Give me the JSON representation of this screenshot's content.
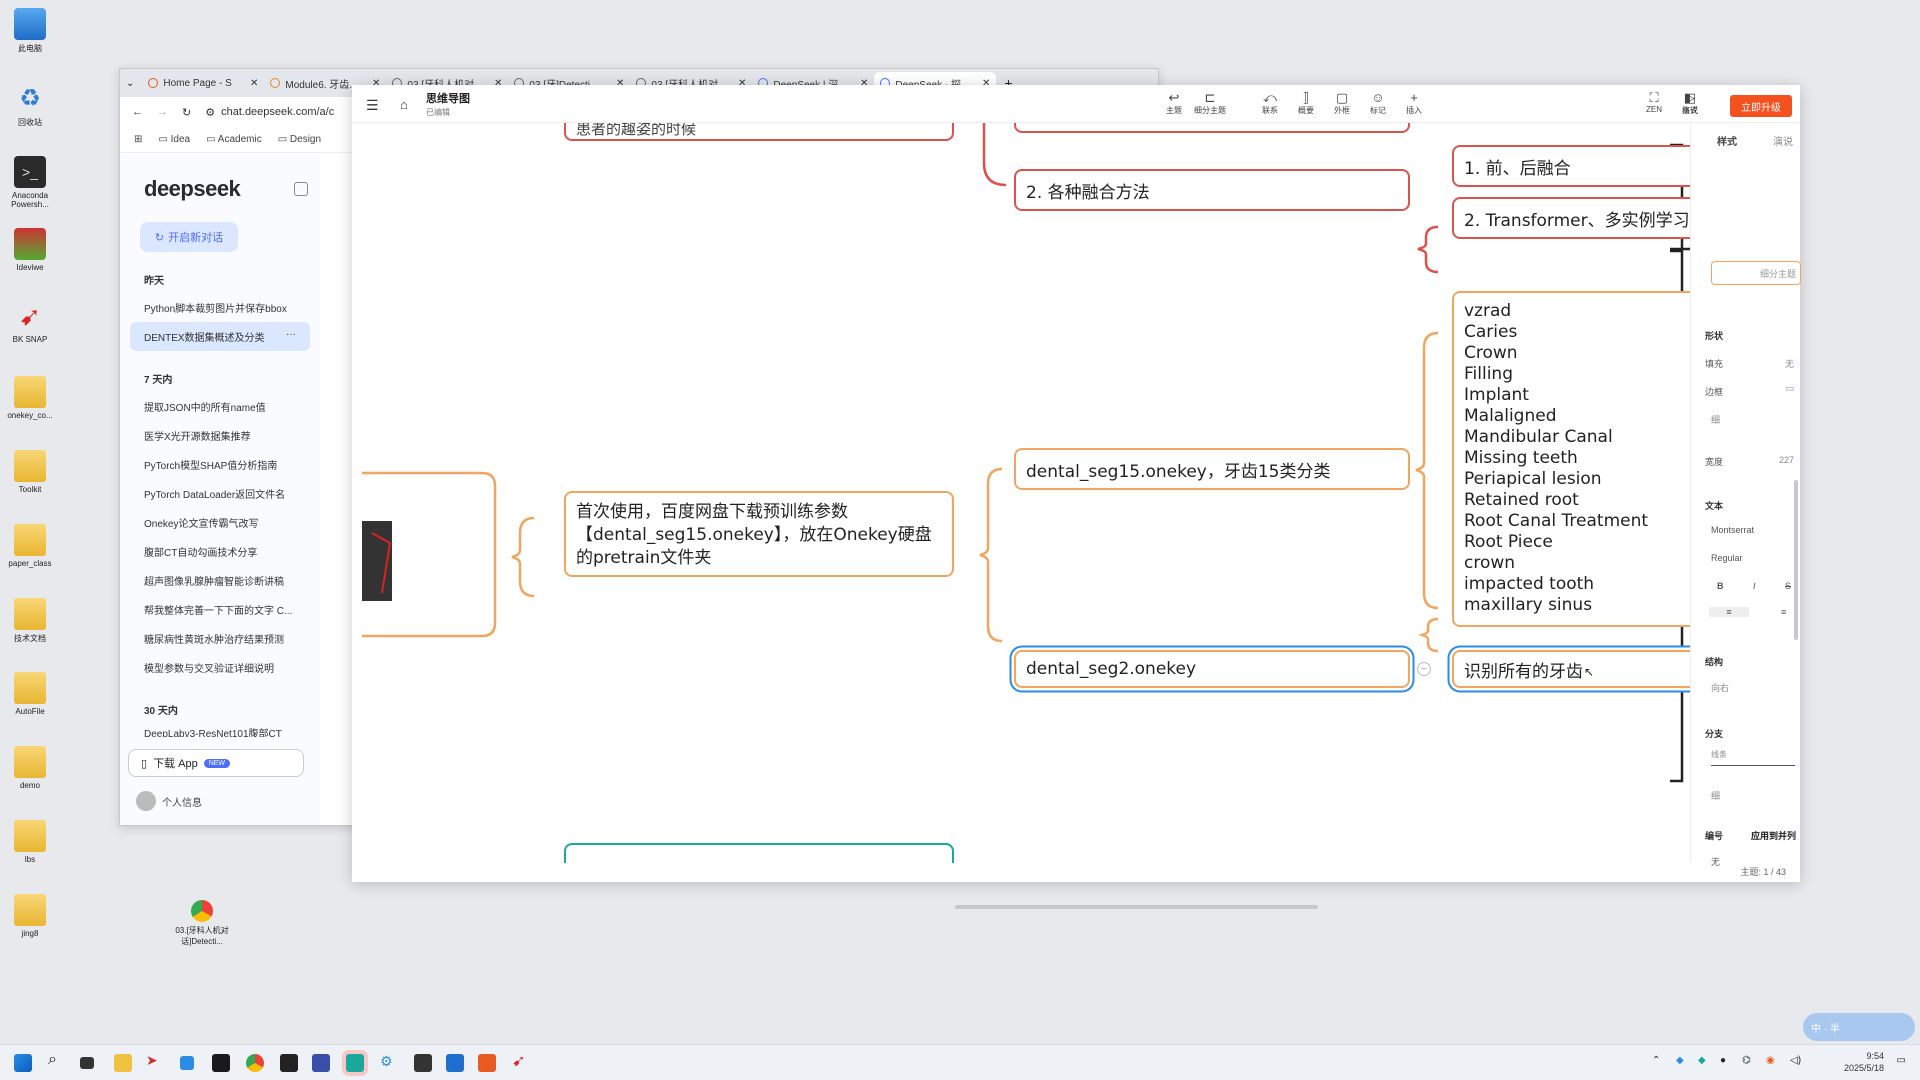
{
  "desktop": {
    "icons": [
      "此电脑",
      "回收站",
      "Anaconda Powersh...",
      "Ideviwe",
      "BK SNAP",
      "onekey_co...",
      "Toolkit",
      "paper_class",
      "技术文档",
      "AutoFile",
      "demo",
      "lbs",
      "jing8"
    ],
    "chrome_shortcut": "03.[牙科人机对话]Detecti..."
  },
  "browser": {
    "tabs": [
      {
        "label": "Home Page - S"
      },
      {
        "label": "Module6. 牙齿..."
      },
      {
        "label": "03.[牙科人机对..."
      },
      {
        "label": "03.[牙]Detecti..."
      },
      {
        "label": "03.[牙科人机对..."
      },
      {
        "label": "DeepSeek | 深..."
      },
      {
        "label": "DeepSeek - 探..."
      }
    ],
    "new_tab": "+",
    "address": "chat.deepseek.com/a/c",
    "bookmarks": [
      "Idea",
      "Academic",
      "Design"
    ]
  },
  "deepseek": {
    "logo": "deepseek",
    "new_chat": "开启新对话",
    "sections": [
      {
        "title": "昨天",
        "items": [
          "Python脚本裁剪图片并保存bbox",
          "DENTEX数据集概述及分类"
        ]
      },
      {
        "title": "7 天内",
        "items": [
          "提取JSON中的所有name值",
          "医学X光开源数据集推荐",
          "PyTorch模型SHAP值分析指南",
          "PyTorch DataLoader返回文件名",
          "Onekey论文宣传霸气改写",
          "腹部CT自动勾画技术分享",
          "超声图像乳腺肿瘤智能诊断讲稿",
          "帮我整体完善一下下面的文字 C...",
          "糖尿病性黄斑水肿治疗结果预测",
          "模型参数与交叉验证详细说明"
        ]
      },
      {
        "title": "30 天内",
        "items": [
          "DeepLabv3-ResNet101腹部CT"
        ]
      }
    ],
    "download_app": "下载 App",
    "new_badge": "NEW",
    "profile": "个人信息",
    "more": "···"
  },
  "mindmap_app": {
    "title": "思维导图",
    "subtitle": "已编辑",
    "tools": [
      {
        "icon": "↩",
        "label": "主题"
      },
      {
        "icon": "⊏",
        "label": "细分主题"
      },
      {
        "icon": "⤺",
        "label": "联系"
      },
      {
        "icon": "⟧",
        "label": "概要"
      },
      {
        "icon": "▢",
        "label": "外框"
      },
      {
        "icon": "☺",
        "label": "标记"
      },
      {
        "icon": "+",
        "label": "插入"
      },
      {
        "icon": "⛶",
        "label": "ZEN"
      },
      {
        "icon": "▷",
        "label": "演说"
      },
      {
        "icon": "◧",
        "label": "格式"
      }
    ],
    "upgrade": "立即升级",
    "status": "主题: 1 / 43",
    "panel": {
      "tab_style": "样式",
      "tab_slide": "演说",
      "topic_box": "细分主题",
      "shape": "形状",
      "fill": "填充",
      "fill_val": "无",
      "border": "边框",
      "thin": "细",
      "width": "宽度",
      "width_val": "227",
      "text": "文本",
      "font": "Montserrat",
      "weight": "Regular",
      "bold": "B",
      "italic": "I",
      "strike": "S",
      "structure": "结构",
      "structure_val": "向右",
      "branch": "分支",
      "line": "线条",
      "branch_thin": "细",
      "numbering": "编号",
      "numbering_val": "无",
      "apply_all": "应用到并列"
    }
  },
  "mindmap": {
    "top_cut_text": "患者的趣姿的时候",
    "fusion_methods": "2. 各种融合方法",
    "fusion_1": "1. 前、后融合",
    "fusion_2": "2. Transformer、多实例学习",
    "seg15": "dental_seg15.onekey，牙齿15类分类",
    "first_use": "首次使用，百度网盘下载预训练参数【dental_seg15.onekey】，放在Onekey硬盘的pretrain文件夹",
    "classes": [
      "vzrad",
      "Caries",
      "Crown",
      "Filling",
      "Implant",
      "Malaligned",
      "Mandibular Canal",
      "Missing teeth",
      "Periapical lesion",
      "Retained root",
      "Root Canal Treatment",
      "Root Piece",
      "crown",
      "impacted tooth",
      "maxillary sinus"
    ],
    "seg2": "dental_seg2.onekey",
    "recognize_all": "识别所有的牙齿",
    "collapse": "−"
  },
  "taskbar": {
    "time": "9:54",
    "date": "2025/5/18"
  },
  "ime": "中 · 半",
  "colors": {
    "red_border": "#d9534f",
    "orange_border": "#f0a660",
    "teal_border": "#1aa89a",
    "select_blue": "#2b8ce6",
    "accent": "#4d6bfe",
    "upgrade": "#f4511e"
  }
}
